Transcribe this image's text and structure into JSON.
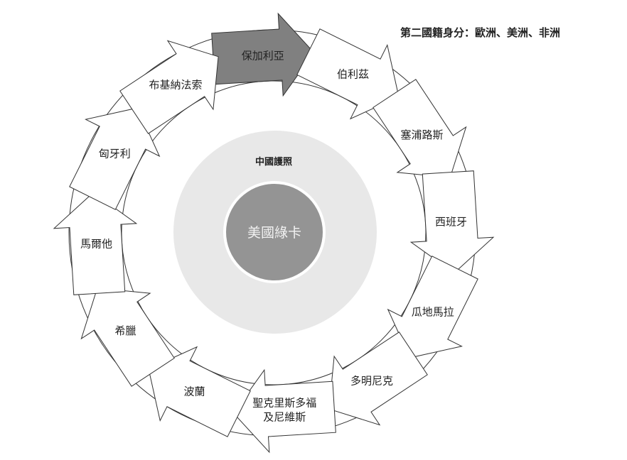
{
  "title": "第二國籍身分：歐洲、美洲、非洲",
  "center": {
    "outer_label": "中國護照",
    "inner_label": "美國綠卡"
  },
  "colors": {
    "highlight": "#808080",
    "disc": "#e8e8e8",
    "core": "#949494",
    "stroke": "#333333"
  },
  "countries": [
    {
      "label": "保加利亞",
      "highlighted": true
    },
    {
      "label": "伯利茲"
    },
    {
      "label": "塞浦路斯"
    },
    {
      "label": "西班牙"
    },
    {
      "label": "瓜地馬拉"
    },
    {
      "label": "多明尼克"
    },
    {
      "label": "聖克里斯多福",
      "label2": "及尼維斯"
    },
    {
      "label": "波蘭"
    },
    {
      "label": "希臘"
    },
    {
      "label": "馬爾他"
    },
    {
      "label": "匈牙利"
    },
    {
      "label": "布基納法索"
    }
  ]
}
